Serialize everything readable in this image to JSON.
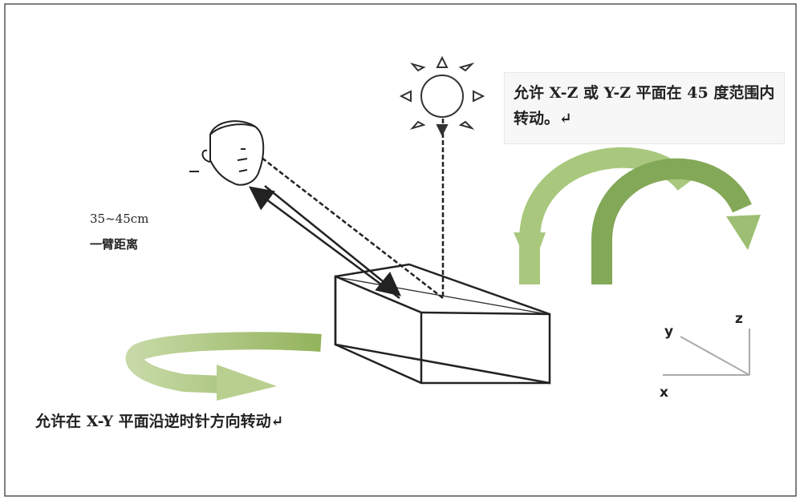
{
  "note": {
    "text": "允许 X-Z 或 Y-Z 平面在 45 度范围内转动。↵"
  },
  "distance": {
    "value": "35~45cm",
    "label": "一臂距离"
  },
  "caption": {
    "text": "允许在 X-Y 平面沿逆时针方向转动↵"
  },
  "axes": {
    "x": "x",
    "y": "y",
    "z": "z"
  },
  "colors": {
    "arc_arrows": "#7fae4a",
    "spin_arrow": "#9dbb6a",
    "axes": "#aaaaaa",
    "lines": "#222222"
  },
  "icons": [
    "sun-icon",
    "head-icon"
  ]
}
